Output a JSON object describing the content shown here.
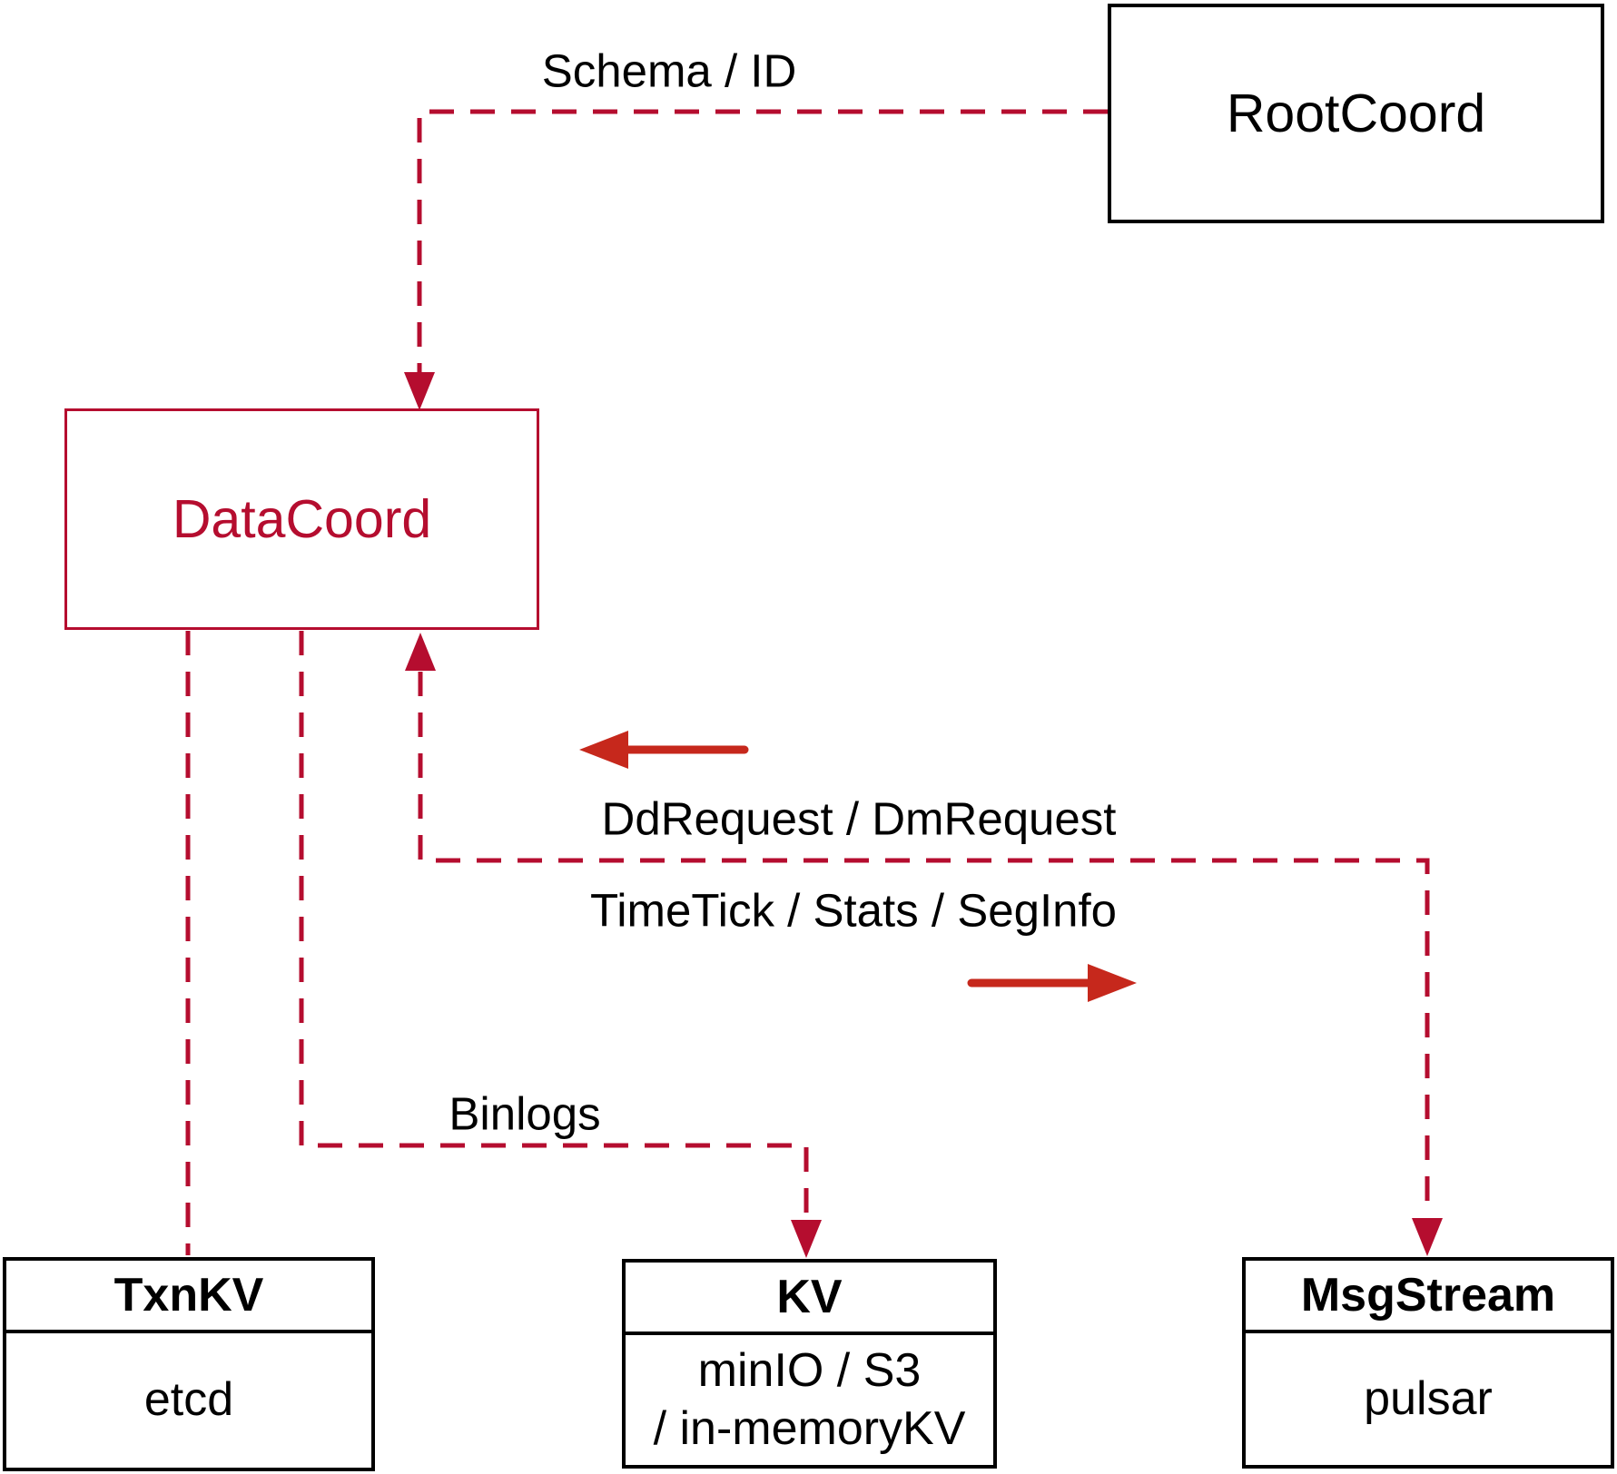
{
  "diagram": {
    "nodes": {
      "rootcoord": {
        "title": "RootCoord"
      },
      "datacoord": {
        "title": "DataCoord"
      },
      "txnkv": {
        "title": "TxnKV",
        "body": "etcd"
      },
      "kv": {
        "title": "KV",
        "body_line1": "minIO / S3",
        "body_line2": "/ in-memoryKV"
      },
      "msgstream": {
        "title": "MsgStream",
        "body": "pulsar"
      }
    },
    "edge_labels": {
      "schema_id": "Schema / ID",
      "dd_dm_request": "DdRequest / DmRequest",
      "timetick_stats_seginfo": "TimeTick / Stats / SegInfo",
      "binlogs": "Binlogs"
    },
    "colors": {
      "connector_crimson": "#b50d2f",
      "arrow_vermillion": "#c6281c",
      "node_border_black": "#000000",
      "text_black": "#000000",
      "background": "#ffffff"
    }
  }
}
